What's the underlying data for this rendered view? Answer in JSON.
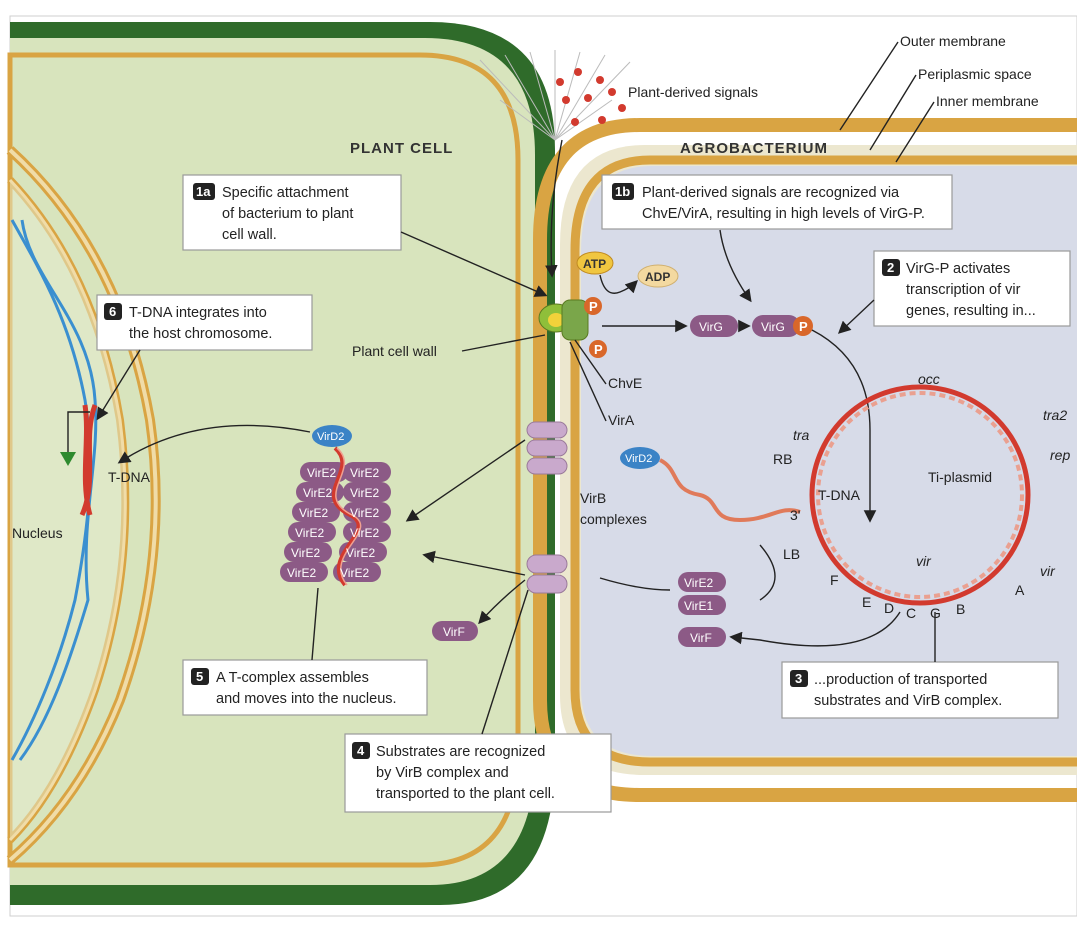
{
  "labels": {
    "outer_membrane": "Outer membrane",
    "periplasmic_space": "Periplasmic space",
    "inner_membrane": "Inner membrane",
    "plant_signals": "Plant-derived signals",
    "plant_cell": "PLANT CELL",
    "agrobacterium": "AGROBACTERIUM",
    "atp": "ATP",
    "adp": "ADP",
    "p": "P",
    "virg": "VirG",
    "plant_cell_wall": "Plant cell wall",
    "chve": "ChvE",
    "vira": "VirA",
    "virb_complexes": "VirB\ncomplexes",
    "vird2": "VirD2",
    "t_dna_left": "T-DNA",
    "nucleus": "Nucleus",
    "occ": "occ",
    "tra": "tra",
    "tra2": "tra2",
    "rep": "rep",
    "rb": "RB",
    "lb": "LB",
    "t_dna_plasmid": "T-DNA",
    "ti_plasmid": "Ti-plasmid",
    "vir_inner": "vir",
    "vir_outer": "vir",
    "three_prime": "3'",
    "vir_genes": [
      "F",
      "E",
      "D",
      "C",
      "G",
      "B",
      "A"
    ],
    "vire2": "VirE2",
    "vire1": "VirE1",
    "virf": "VirF"
  },
  "steps": {
    "s1a": {
      "num": "1a",
      "lines": [
        "Specific attachment",
        "of bacterium to plant",
        "cell wall."
      ]
    },
    "s1b": {
      "num": "1b",
      "lines": [
        "Plant-derived signals are recognized via",
        "ChvE/VirA, resulting in high levels of VirG-P."
      ]
    },
    "s2": {
      "num": "2",
      "lines": [
        "VirG-P activates",
        "transcription of vir",
        "genes, resulting in..."
      ]
    },
    "s3": {
      "num": "3",
      "lines": [
        "...production of transported",
        "substrates and VirB complex."
      ]
    },
    "s4": {
      "num": "4",
      "lines": [
        "Substrates are recognized",
        "by VirB complex and",
        "transported to the plant cell."
      ]
    },
    "s5": {
      "num": "5",
      "lines": [
        "A T-complex assembles",
        "and moves into the nucleus."
      ]
    },
    "s6": {
      "num": "6",
      "lines": [
        "T-DNA integrates into",
        "the host chromosome."
      ]
    }
  },
  "colors": {
    "plant_wall_dark": "#2f6b2a",
    "plant_cytoplasm": "#d8e4bd",
    "membrane_gold": "#d9a443",
    "bacterium_cytoplasm": "#d7dbe8",
    "protein_purple": "#8c5a86",
    "vird2_blue": "#3b83c6",
    "phosphate_orange": "#d9672a",
    "dna_red": "#d23a2e",
    "dna_blue": "#3a8fd0"
  }
}
